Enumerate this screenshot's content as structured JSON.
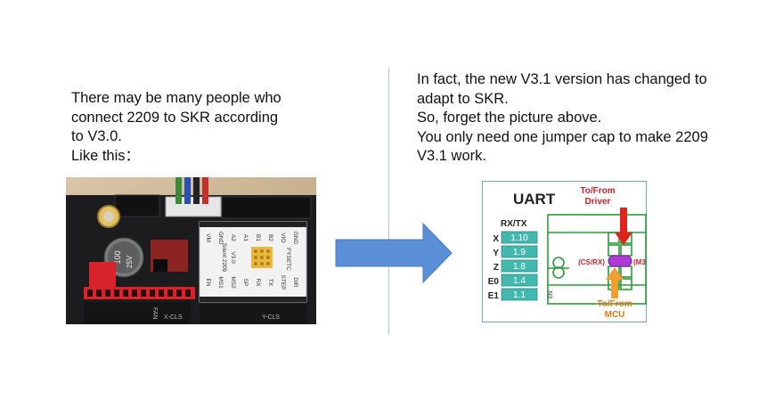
{
  "left_text": {
    "lines": [
      "There may be many people who",
      "connect 2209 to SKR according",
      "to V3.0.",
      "Like  this："
    ]
  },
  "right_text": {
    "lines": [
      "In fact, the new V3.1 version has changed to",
      "adapt to SKR.",
      "So, forget the picture above.",
      "You only need one jumper cap to make 2209",
      "V3.1 work."
    ]
  },
  "photo": {
    "capacitor_label": "100\n25V",
    "board_labels": [
      "VM",
      "GND",
      "A2",
      "A1",
      "B1",
      "B2",
      "VIO",
      "GND"
    ],
    "bottom_labels": [
      "EN",
      "MS1",
      "MS2",
      "SP",
      "RX",
      "TX",
      "STEP",
      "DIR"
    ],
    "driver_name": "Silent 2209",
    "driver_version": "V3.0",
    "brand": "FYSETC",
    "axis_labels": [
      "X-CLS",
      "Y-CLS"
    ],
    "fan_label": "FAN"
  },
  "diagram": {
    "title": "UART",
    "top_label": [
      "To/From",
      "Driver"
    ],
    "bottom_label": [
      "To/From",
      "MCU"
    ],
    "table_header": "RX/TX",
    "rows": [
      {
        "axis": "X",
        "pin": "1.10"
      },
      {
        "axis": "Y",
        "pin": "1.9"
      },
      {
        "axis": "Z",
        "pin": "1.8"
      },
      {
        "axis": "E0",
        "pin": "1.4"
      },
      {
        "axis": "E1",
        "pin": "1.1"
      }
    ],
    "cs_label": "(CS/RX)",
    "m3_label": "(M3",
    "en_label": "EN"
  },
  "colors": {
    "arrow": "#5b8fd8",
    "divider": "#b9c4cf",
    "diagram_green": "#2e9a3a",
    "pin_teal": "#42b8ae",
    "down_arrow": "#e0241c",
    "up_arrow": "#f0a030",
    "title_red": "#c0262d",
    "jumper_purple": "#b03ad8"
  }
}
